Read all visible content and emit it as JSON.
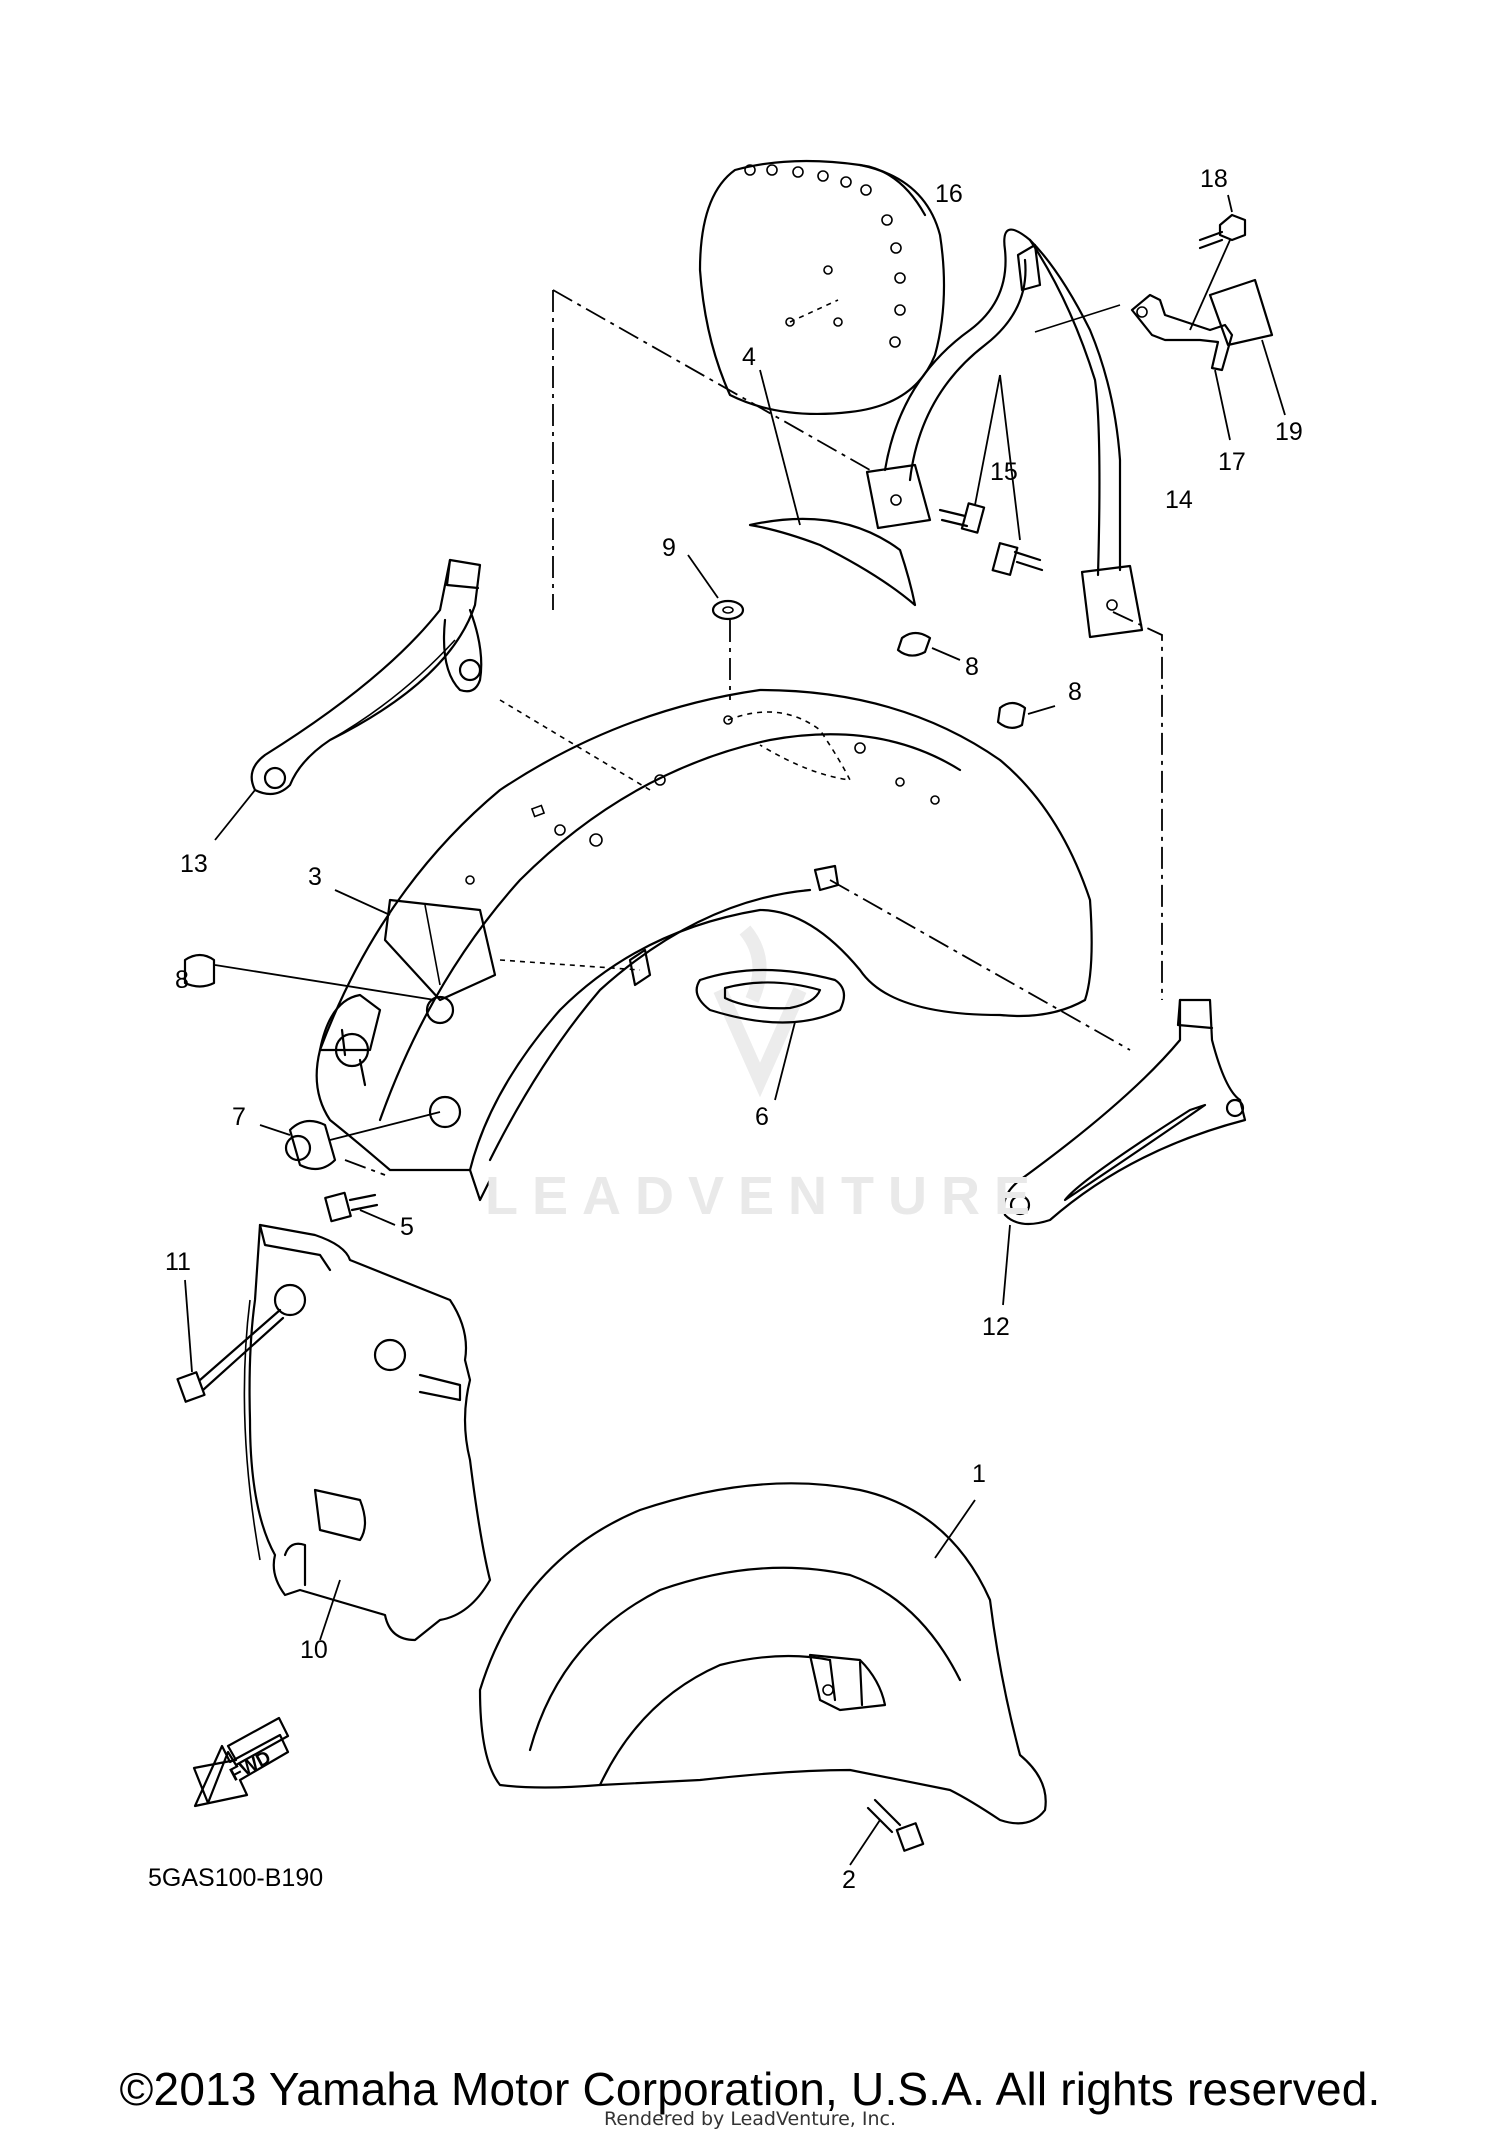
{
  "diagram": {
    "callouts": [
      {
        "id": "1",
        "label": "1"
      },
      {
        "id": "2",
        "label": "2"
      },
      {
        "id": "3",
        "label": "3"
      },
      {
        "id": "4",
        "label": "4"
      },
      {
        "id": "5",
        "label": "5"
      },
      {
        "id": "6",
        "label": "6"
      },
      {
        "id": "7",
        "label": "7"
      },
      {
        "id": "8a",
        "label": "8"
      },
      {
        "id": "8b",
        "label": "8"
      },
      {
        "id": "8c",
        "label": "8"
      },
      {
        "id": "9",
        "label": "9"
      },
      {
        "id": "10",
        "label": "10"
      },
      {
        "id": "11",
        "label": "11"
      },
      {
        "id": "12",
        "label": "12"
      },
      {
        "id": "13",
        "label": "13"
      },
      {
        "id": "14",
        "label": "14"
      },
      {
        "id": "15",
        "label": "15"
      },
      {
        "id": "16",
        "label": "16"
      },
      {
        "id": "17",
        "label": "17"
      },
      {
        "id": "18",
        "label": "18"
      },
      {
        "id": "19",
        "label": "19"
      }
    ],
    "fwd_label": "FWD",
    "diagram_code": "5GAS100-B190",
    "watermark": "LEADVENTURE"
  },
  "footer": {
    "copyright": "©2013 Yamaha Motor Corporation, U.S.A. All rights reserved.",
    "rendered_by": "Rendered by LeadVenture, Inc."
  }
}
